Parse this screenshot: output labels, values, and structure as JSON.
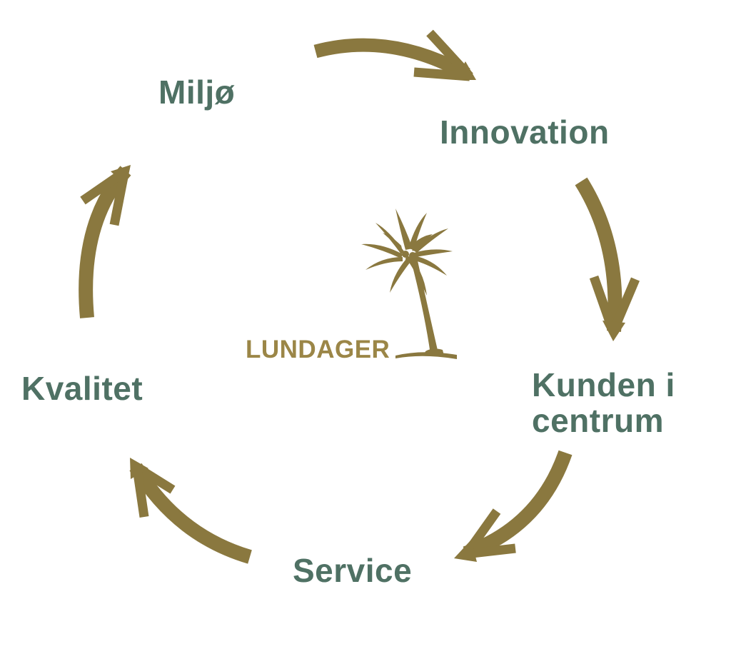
{
  "colors": {
    "label_green": "#4F7164",
    "arrow_gold": "#8A783F",
    "brand_gold": "#9B8647",
    "background": "#FFFFFF"
  },
  "labels": {
    "miljo": "Miljø",
    "innovation": "Innovation",
    "kunden_line1": "Kunden i",
    "kunden_line2": "centrum",
    "service": "Service",
    "kvalitet": "Kvalitet"
  },
  "center": {
    "brand": "LUNDAGER",
    "logo": "palm-tree-icon"
  },
  "cycle_order": [
    "Miljø",
    "Innovation",
    "Kunden i centrum",
    "Service",
    "Kvalitet"
  ]
}
